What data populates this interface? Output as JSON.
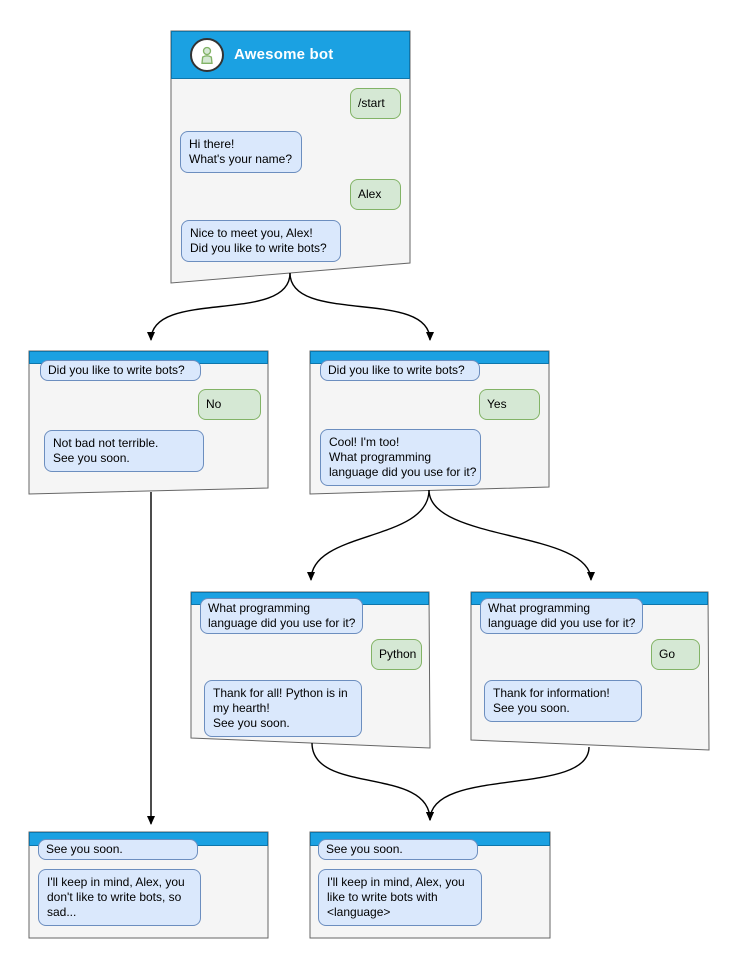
{
  "colors": {
    "header_blue": "#1ba1e2",
    "header_border": "#0e76ab",
    "window_fill": "#f5f5f5",
    "window_border": "#666666",
    "bot_fill": "#dae8fc",
    "bot_border": "#6c8ebf",
    "user_fill": "#d5e8d4",
    "user_border": "#82b366",
    "arrow": "#000000",
    "avatar_ring": "#333333"
  },
  "windows": {
    "main": {
      "title": "Awesome bot",
      "messages": {
        "start": "/start",
        "greeting": "Hi there!\nWhat's your name?",
        "name": "Alex",
        "question": "Nice to meet you, Alex!\nDid you like to write bots?"
      }
    },
    "branch_no": {
      "context": "Did you like to write bots?",
      "answer": "No",
      "reply": "Not bad not terrible.\nSee you soon."
    },
    "branch_yes": {
      "context": "Did you like to write bots?",
      "answer": "Yes",
      "reply": "Cool! I'm too!\nWhat programming\nlanguage did you use for it?"
    },
    "branch_python": {
      "context": "What programming\nlanguage did you use for it?",
      "answer": "Python",
      "reply": "Thank for all! Python is in\nmy hearth!\nSee you soon."
    },
    "branch_go": {
      "context": "What programming\nlanguage did you use for it?",
      "answer": "Go",
      "reply": "Thank for information!\nSee you soon."
    },
    "end_no": {
      "context": "See you soon.",
      "reply": "I'll keep in mind, Alex, you\ndon't like to write bots, so\nsad..."
    },
    "end_language": {
      "context": "See you soon.",
      "reply": "I'll keep in mind, Alex, you\nlike to write bots with\n<language>"
    }
  }
}
